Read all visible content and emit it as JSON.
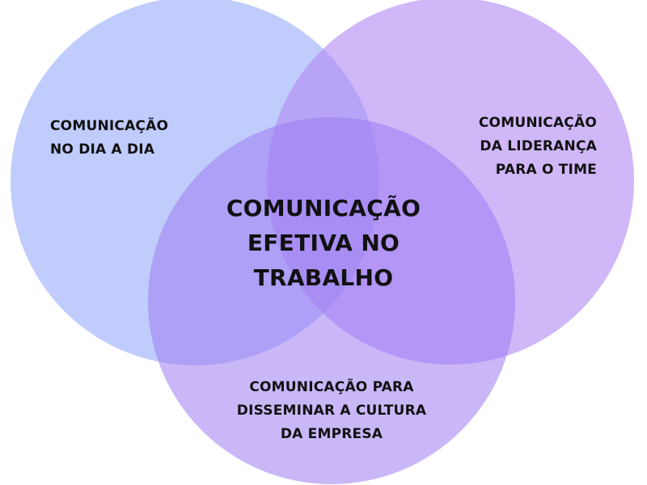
{
  "diagram": {
    "colors": {
      "circle_left": "#a7b8fa",
      "circle_right": "#b28bf3",
      "circle_bottom": "#9d7bf2",
      "text": "#111111",
      "background": "#ffffff"
    },
    "center": {
      "lines": [
        "COMUNICAÇÃO",
        "EFETIVA NO",
        "TRABALHO"
      ]
    },
    "circles": {
      "left": {
        "lines": [
          "COMUNICAÇÃO",
          "NO DIA A DIA"
        ]
      },
      "right": {
        "lines": [
          "COMUNICAÇÃO",
          "DA LIDERANÇA",
          "PARA O TIME"
        ]
      },
      "bottom": {
        "lines": [
          "COMUNICAÇÃO PARA",
          "DISSEMINAR A CULTURA",
          "DA EMPRESA"
        ]
      }
    }
  }
}
